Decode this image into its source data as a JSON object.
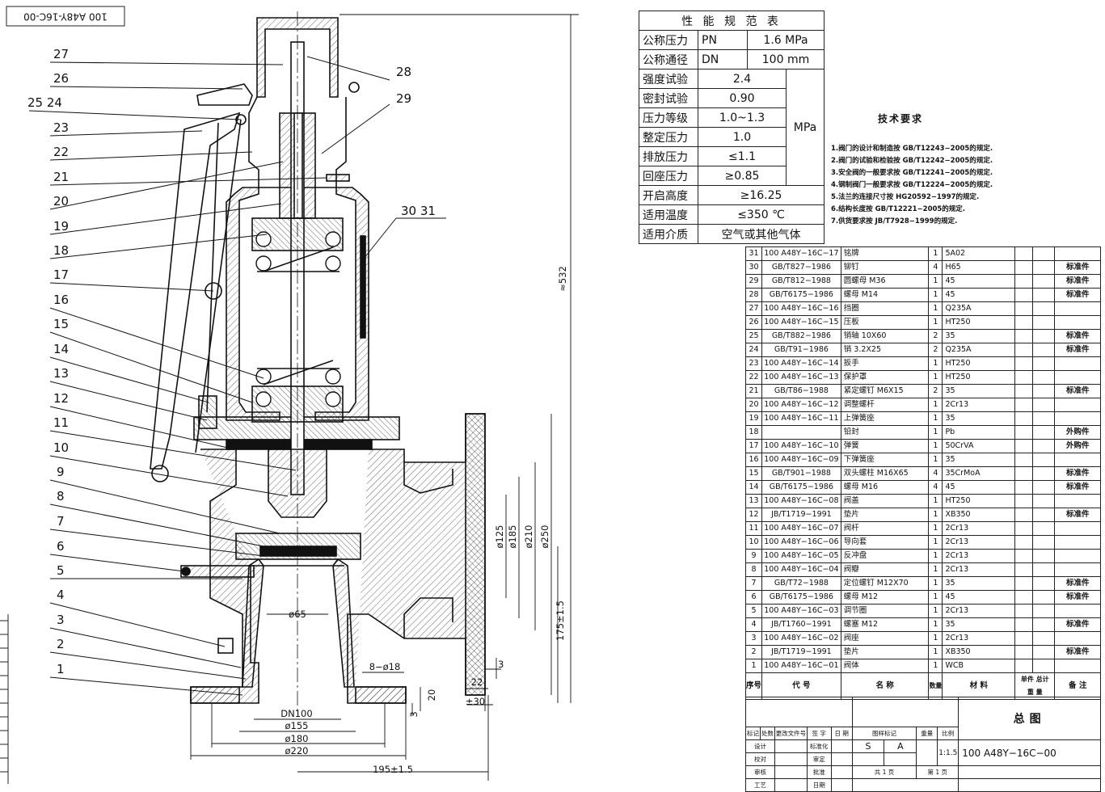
{
  "drawing_number": "100 A48Y-16C-00",
  "callouts": [
    "1",
    "2",
    "3",
    "4",
    "5",
    "6",
    "7",
    "8",
    "9",
    "10",
    "11",
    "12",
    "13",
    "14",
    "15",
    "16",
    "17",
    "18",
    "19",
    "20",
    "21",
    "22",
    "23",
    "25  24",
    "26",
    "27",
    "28",
    "29",
    "30   31"
  ],
  "dimensions": {
    "height_overall": "≈532",
    "dn100": "DN100",
    "d155": "ø155",
    "d180": "ø180",
    "d220": "ø220",
    "d65": "ø65",
    "holes": "8−ø18",
    "d125": "ø125",
    "d185": "ø185",
    "d210": "ø210",
    "d250": "ø250",
    "h175": "175±1.5",
    "w195": "195±1.5",
    "dim3a": "3",
    "dim3b": "3",
    "dim20": "20",
    "dim22": "22",
    "dim30": "±30"
  },
  "performance_table": {
    "title": "性 能 规 范 表",
    "rows": [
      {
        "label": "公称压力",
        "sym": "PN",
        "value": "1.6 MPa"
      },
      {
        "label": "公称通径",
        "sym": "DN",
        "value": "100 mm"
      }
    ],
    "rows2": [
      {
        "label": "强度试验",
        "value": "2.4"
      },
      {
        "label": "密封试验",
        "value": "0.90"
      },
      {
        "label": "压力等级",
        "value": "1.0~1.3"
      },
      {
        "label": "整定压力",
        "value": "1.0"
      },
      {
        "label": "排放压力",
        "value": "≤1.1"
      },
      {
        "label": "回座压力",
        "value": "≥0.85"
      }
    ],
    "unit": "MPa",
    "rows3": [
      {
        "label": "开启高度",
        "value": "≥16.25"
      },
      {
        "label": "适用温度",
        "value": "≤350 ℃"
      },
      {
        "label": "适用介质",
        "value": "空气或其他气体"
      }
    ]
  },
  "tech_requirements": {
    "title": "技术要求",
    "items": [
      "1.阀门的设计和制造按 GB/T12243−2005的规定.",
      "2.阀门的试验和检验按 GB/T12242−2005的规定.",
      "3.安全阀的一般要求按 GB/T12241−2005的规定.",
      "4.钢制阀门一般要求按 GB/T12224−2005的规定.",
      "5.法兰的连接尺寸按 HG20592−1997的规定.",
      "6.结构长度按 GB/T12221−2005的规定.",
      "7.供货要求按 JB/T7928−1999的规定."
    ]
  },
  "bom": {
    "rows": [
      {
        "no": "31",
        "code": "100 A48Y−16C−17",
        "name": "铭牌",
        "qty": "1",
        "mat": "5A02",
        "note": ""
      },
      {
        "no": "30",
        "code": "GB/T827−1986",
        "name": "铆钉",
        "qty": "4",
        "mat": "H65",
        "note": "标准件"
      },
      {
        "no": "29",
        "code": "GB/T812−1988",
        "name": "圆螺母 M36",
        "qty": "1",
        "mat": "45",
        "note": "标准件"
      },
      {
        "no": "28",
        "code": "GB/T6175−1986",
        "name": "螺母 M14",
        "qty": "1",
        "mat": "45",
        "note": "标准件"
      },
      {
        "no": "27",
        "code": "100 A48Y−16C−16",
        "name": "挡圈",
        "qty": "1",
        "mat": "Q235A",
        "note": ""
      },
      {
        "no": "26",
        "code": "100 A48Y−16C−15",
        "name": "压板",
        "qty": "1",
        "mat": "HT250",
        "note": ""
      },
      {
        "no": "25",
        "code": "GB/T882−1986",
        "name": "销轴 10X60",
        "qty": "2",
        "mat": "35",
        "note": "标准件"
      },
      {
        "no": "24",
        "code": "GB/T91−1986",
        "name": "销 3.2X25",
        "qty": "2",
        "mat": "Q235A",
        "note": "标准件"
      },
      {
        "no": "23",
        "code": "100 A48Y−16C−14",
        "name": "扳手",
        "qty": "1",
        "mat": "HT250",
        "note": ""
      },
      {
        "no": "22",
        "code": "100 A48Y−16C−13",
        "name": "保护罩",
        "qty": "1",
        "mat": "HT250",
        "note": ""
      },
      {
        "no": "21",
        "code": "GB/T86−1988",
        "name": "紧定螺钉 M6X15",
        "qty": "2",
        "mat": "35",
        "note": "标准件"
      },
      {
        "no": "20",
        "code": "100 A48Y−16C−12",
        "name": "调整螺杆",
        "qty": "1",
        "mat": "2Cr13",
        "note": ""
      },
      {
        "no": "19",
        "code": "100 A48Y−16C−11",
        "name": "上弹簧座",
        "qty": "1",
        "mat": "35",
        "note": ""
      },
      {
        "no": "18",
        "code": "",
        "name": "铅封",
        "qty": "1",
        "mat": "Pb",
        "note": "外购件"
      },
      {
        "no": "17",
        "code": "100 A48Y−16C−10",
        "name": "弹簧",
        "qty": "1",
        "mat": "50CrVA",
        "note": "外购件"
      },
      {
        "no": "16",
        "code": "100 A48Y−16C−09",
        "name": "下弹簧座",
        "qty": "1",
        "mat": "35",
        "note": ""
      },
      {
        "no": "15",
        "code": "GB/T901−1988",
        "name": "双头螺柱 M16X65",
        "qty": "4",
        "mat": "35CrMoA",
        "note": "标准件"
      },
      {
        "no": "14",
        "code": "GB/T6175−1986",
        "name": "螺母 M16",
        "qty": "4",
        "mat": "45",
        "note": "标准件"
      },
      {
        "no": "13",
        "code": "100 A48Y−16C−08",
        "name": "阀盖",
        "qty": "1",
        "mat": "HT250",
        "note": ""
      },
      {
        "no": "12",
        "code": "JB/T1719−1991",
        "name": "垫片",
        "qty": "1",
        "mat": "XB350",
        "note": "标准件"
      },
      {
        "no": "11",
        "code": "100 A48Y−16C−07",
        "name": "阀杆",
        "qty": "1",
        "mat": "2Cr13",
        "note": ""
      },
      {
        "no": "10",
        "code": "100 A48Y−16C−06",
        "name": "导向套",
        "qty": "1",
        "mat": "2Cr13",
        "note": ""
      },
      {
        "no": "9",
        "code": "100 A48Y−16C−05",
        "name": "反冲盘",
        "qty": "1",
        "mat": "2Cr13",
        "note": ""
      },
      {
        "no": "8",
        "code": "100 A48Y−16C−04",
        "name": "阀瓣",
        "qty": "1",
        "mat": "2Cr13",
        "note": ""
      },
      {
        "no": "7",
        "code": "GB/T72−1988",
        "name": "定位螺钉 M12X70",
        "qty": "1",
        "mat": "35",
        "note": "标准件"
      },
      {
        "no": "6",
        "code": "GB/T6175−1986",
        "name": "螺母 M12",
        "qty": "1",
        "mat": "45",
        "note": "标准件"
      },
      {
        "no": "5",
        "code": "100 A48Y−16C−03",
        "name": "调节圈",
        "qty": "1",
        "mat": "2Cr13",
        "note": ""
      },
      {
        "no": "4",
        "code": "JB/T1760−1991",
        "name": "螺塞 M12",
        "qty": "1",
        "mat": "35",
        "note": "标准件"
      },
      {
        "no": "3",
        "code": "100 A48Y−16C−02",
        "name": "阀座",
        "qty": "1",
        "mat": "2Cr13",
        "note": ""
      },
      {
        "no": "2",
        "code": "JB/T1719−1991",
        "name": "垫片",
        "qty": "1",
        "mat": "XB350",
        "note": "标准件"
      },
      {
        "no": "1",
        "code": "100 A48Y−16C−01",
        "name": "阀体",
        "qty": "1",
        "mat": "WCB",
        "note": ""
      }
    ],
    "header": {
      "no": "序号",
      "code": "代 号",
      "name": "名 称",
      "qty": "数量",
      "mat": "材 料",
      "unit_wt": "单件",
      "total_wt": "总计",
      "weight": "重 量",
      "note": "备 注"
    }
  },
  "title_block": {
    "title": "总图",
    "drawing_no": "100 A48Y−16C−00",
    "scale": "1:1.5",
    "stage_s": "S",
    "stage_a": "A",
    "sheets": "共 1 页",
    "sheet": "第 1 页",
    "labels": {
      "mark": "标记",
      "count": "处数",
      "file": "更改文件号",
      "sign": "签 字",
      "date": "日 期",
      "design": "设计",
      "std": "标准化",
      "check": "校对",
      "review": "审定",
      "audit": "审核",
      "approve": "批准",
      "process": "工艺",
      "date2": "日期",
      "stage": "图样标记",
      "weight": "重量",
      "ratio": "比例"
    }
  }
}
